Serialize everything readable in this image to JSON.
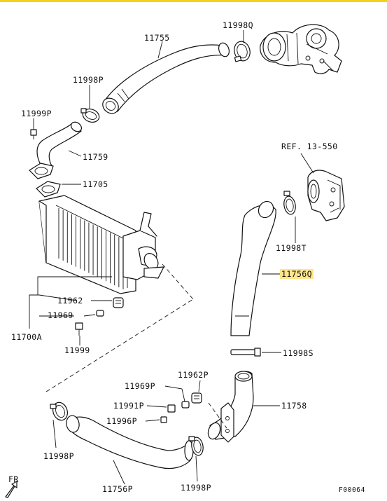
{
  "diagram": {
    "highlight_color": "#ffe58a",
    "border_color": "#f2d21b",
    "labels": {
      "p11998Q": "11998Q",
      "p11755": "11755",
      "p11998P_top": "11998P",
      "p11999P": "11999P",
      "p11759": "11759",
      "p11705": "11705",
      "ref": "REF. 13-550",
      "p11998T": "11998T",
      "p11756Q": "11756Q",
      "p11962": "11962",
      "p11969": "11969",
      "p11999": "11999",
      "p11700A": "11700A",
      "p11998S": "11998S",
      "p11962P": "11962P",
      "p11969P": "11969P",
      "p11758": "11758",
      "p11991P": "11991P",
      "p11996P": "11996P",
      "p11998P_left": "11998P",
      "p11756P": "11756P",
      "p11998P_bottom": "11998P",
      "fr": "FR",
      "figure_code": "F00064"
    }
  }
}
